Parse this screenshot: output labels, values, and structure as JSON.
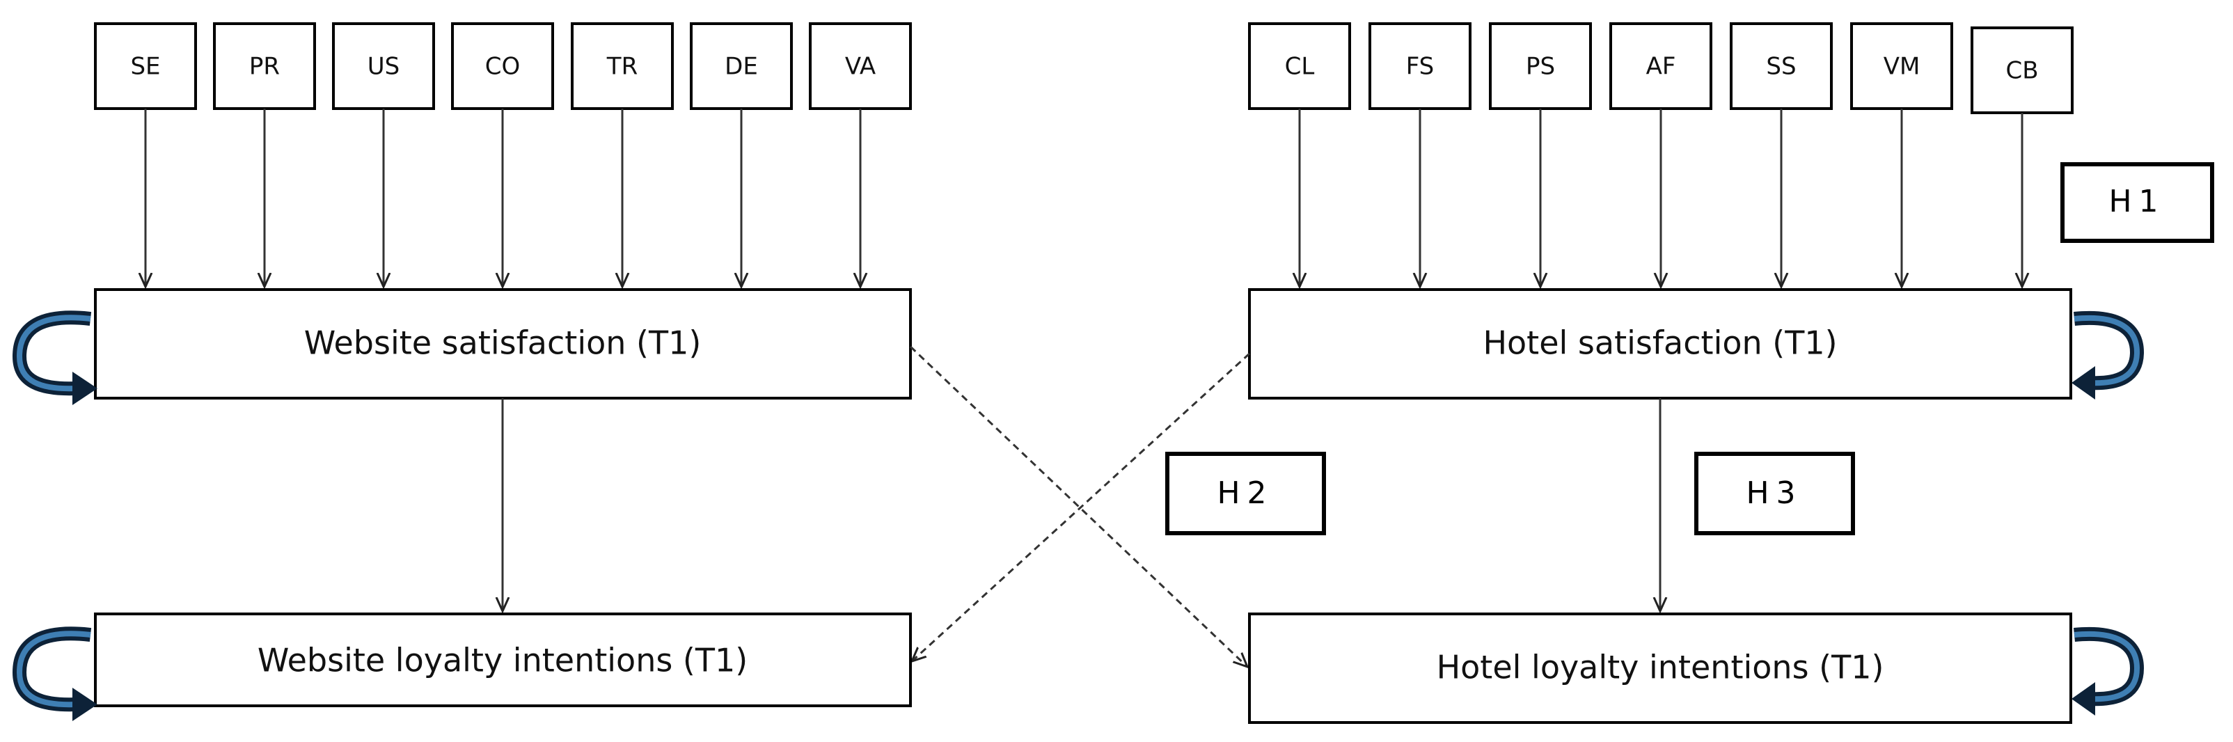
{
  "website_factors": [
    "SE",
    "PR",
    "US",
    "CO",
    "TR",
    "DE",
    "VA"
  ],
  "hotel_factors": [
    "CL",
    "FS",
    "PS",
    "AF",
    "SS",
    "VM",
    "CB"
  ],
  "constructs": {
    "website_satisfaction": "Website satisfaction (T1)",
    "hotel_satisfaction": "Hotel satisfaction (T1)",
    "website_loyalty": "Website loyalty intentions (T1)",
    "hotel_loyalty": "Hotel loyalty intentions (T1)"
  },
  "hypotheses": {
    "h1": "H1",
    "h2": "H2",
    "h3": "H3"
  },
  "colors": {
    "line": "#333333",
    "loop_dark": "#0d2238",
    "loop_light": "#3f7fb4"
  }
}
